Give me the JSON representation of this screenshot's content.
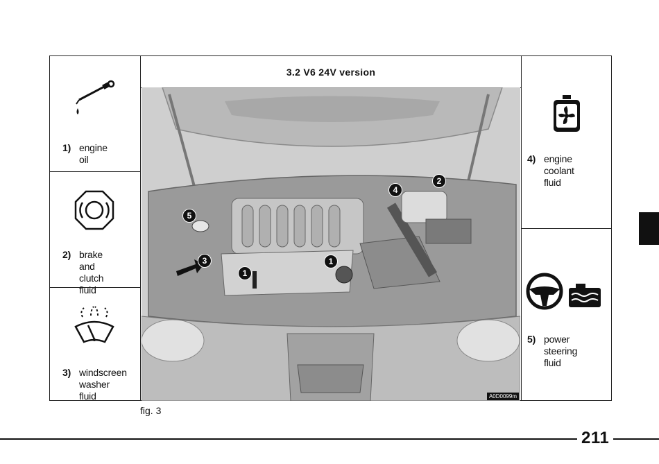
{
  "figure": {
    "title": "3.2 V6 24V version",
    "photo_id": "A0D0099m",
    "caption": "fig. 3",
    "callouts": [
      "1",
      "1",
      "2",
      "3",
      "4",
      "5"
    ]
  },
  "items": [
    {
      "num": "1)",
      "label": "engine oil",
      "icon": "oil-can-icon"
    },
    {
      "num": "2)",
      "label": "brake and\nclutch fluid",
      "icon": "brake-warning-icon"
    },
    {
      "num": "3)",
      "label": "windscreen\nwasher fluid",
      "icon": "windscreen-washer-icon"
    },
    {
      "num": "4)",
      "label": "engine coolant\nfluid",
      "icon": "coolant-reservoir-icon"
    },
    {
      "num": "5)",
      "label": "power steering\nfluid",
      "icon": "steering-wheel-icon"
    }
  ],
  "page": {
    "number": "211"
  }
}
